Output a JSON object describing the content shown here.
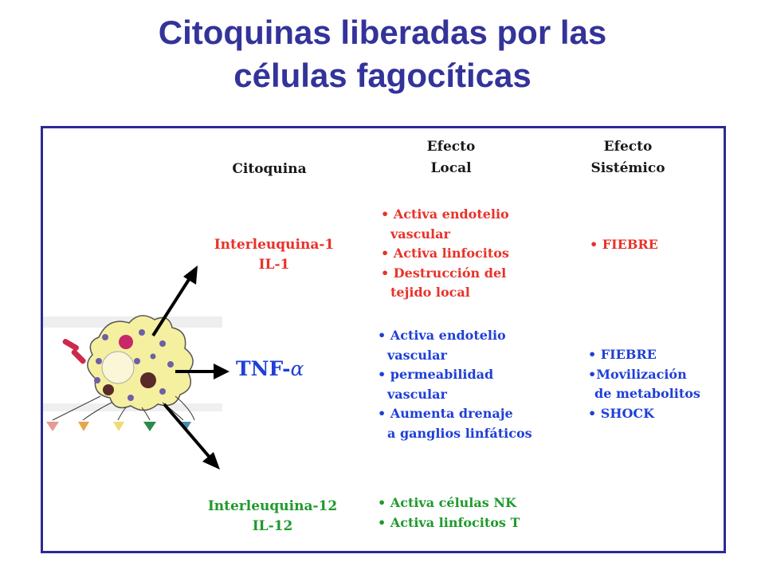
{
  "title": {
    "line1": "Citoquinas liberadas por las",
    "line2": "células fagocíticas"
  },
  "headers": {
    "citoquina": "Citoquina",
    "local_line1": "Efecto",
    "local_line2": "Local",
    "systemic_line1": "Efecto",
    "systemic_line2": "Sistémico"
  },
  "cytokines": [
    {
      "name_line1": "Interleuquina-1",
      "name_line2": "IL-1",
      "color": "#e8322a",
      "local": [
        "• Activa endotelio",
        "  vascular",
        "• Activa linfocitos",
        "• Destrucción del",
        "  tejido local"
      ],
      "systemic": [
        "• FIEBRE"
      ]
    },
    {
      "name_line1": "TNF-",
      "name_symbol": "α",
      "color": "#1f3fd8",
      "local": [
        "• Activa endotelio",
        "  vascular",
        "• permeabilidad",
        "  vascular",
        "• Aumenta drenaje",
        "  a ganglios linfáticos"
      ],
      "systemic": [
        "• FIEBRE",
        "•Movilización",
        " de metabolitos",
        "• SHOCK"
      ]
    },
    {
      "name_line1": "Interleuquina-12",
      "name_line2": "IL-12",
      "color": "#1f9a2c",
      "local": [
        "• Activa células NK",
        "• Activa linfocitos T"
      ],
      "systemic": []
    }
  ],
  "colors": {
    "title": "#33339a",
    "border": "#2a2a96",
    "cell_fill": "#f4f0a0",
    "nucleus": "#fbf6d8",
    "granule": "#6e5fa6"
  }
}
